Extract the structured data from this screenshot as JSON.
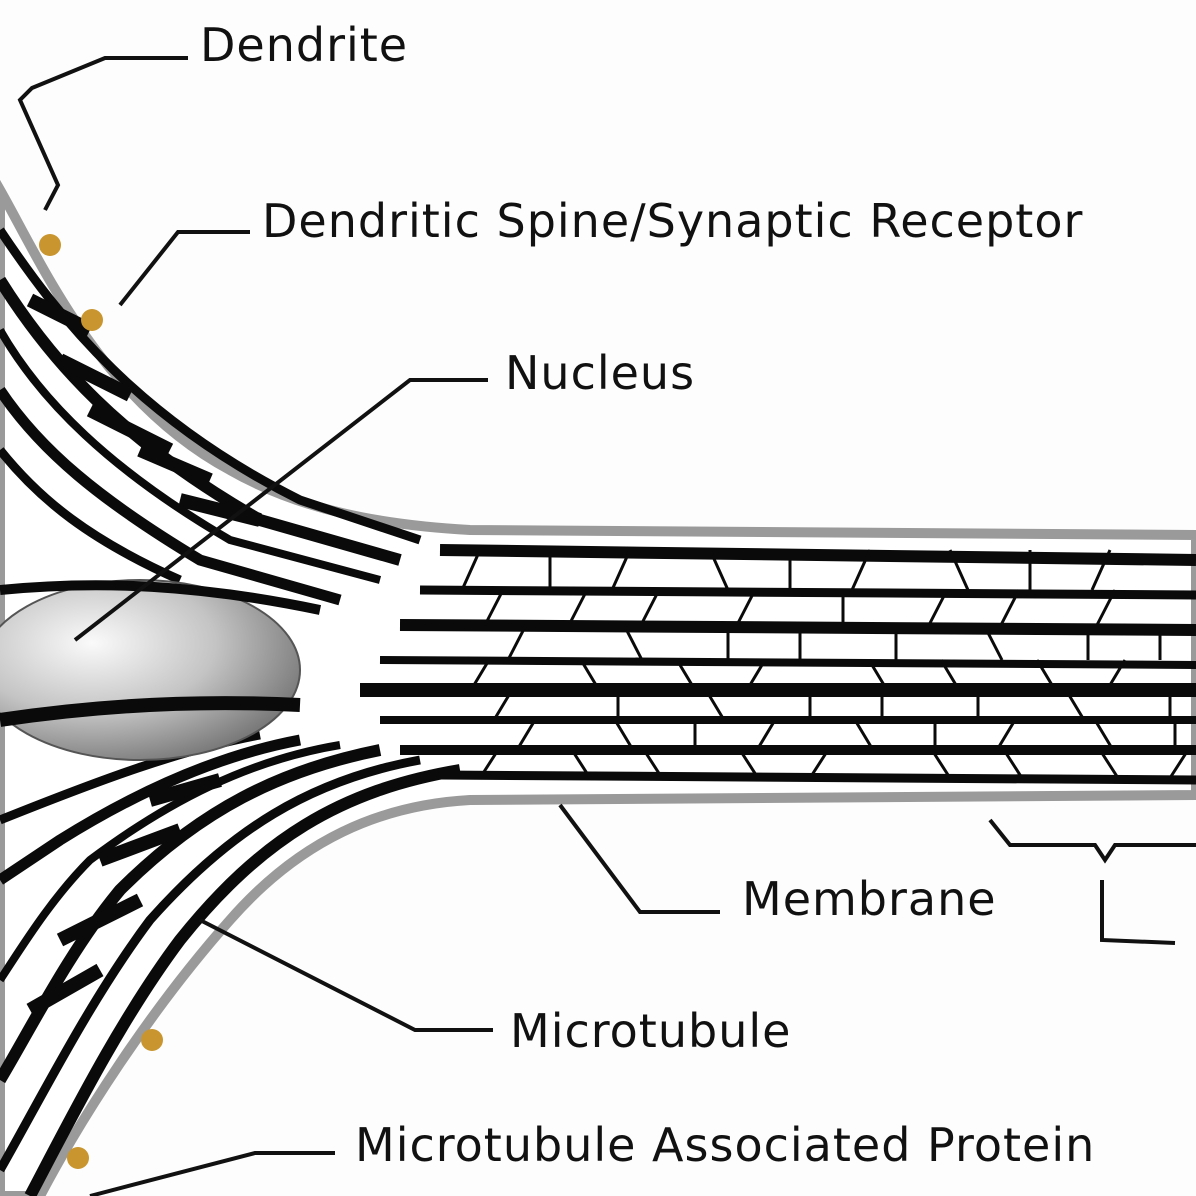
{
  "title": "Neuron cytoskeleton diagram",
  "colors": {
    "membrane": "#c8c8c8",
    "microtubule": "#0a0a0a",
    "receptor": "#c9952e",
    "nucleus": "#bdbdbd",
    "background": "#fdfdfd"
  },
  "labels": {
    "dendrite": "Dendrite",
    "dendritic_spine": "Dendritic Spine/Synaptic Receptor",
    "nucleus": "Nucleus",
    "membrane": "Membrane",
    "microtubule": "Microtubule",
    "map": "Microtubule Associated Protein"
  }
}
